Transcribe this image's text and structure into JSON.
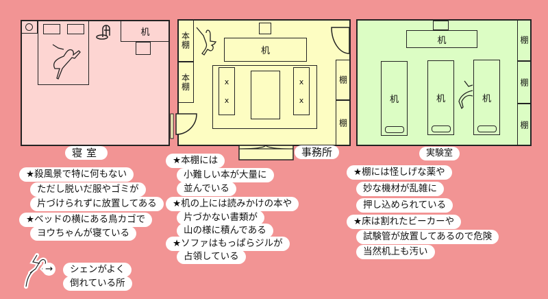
{
  "colors": {
    "background": "#f29494",
    "bedroom": "#fdd5d2",
    "office": "#fdfdc2",
    "lab": "#dcfdc4"
  },
  "bedroom": {
    "name": "寝室",
    "desk": "机",
    "notes": [
      "★殺風景で特に何もない",
      "ただし脱いだ服やゴミが",
      "片づけられずに放置してある",
      "★ベッドの横にある鳥カゴで",
      "ヨウちゃんが寝ている"
    ]
  },
  "office": {
    "name": "事務所",
    "desk": "机",
    "bookshelf": "本棚",
    "shelf": "棚",
    "cushion_mark": "x",
    "notes": [
      "★本棚には",
      "小難しい本が大量に",
      "並んでいる",
      "★机の上には読みかけの本や",
      "片づかない書類が",
      "山の様に積んである",
      "★ソファはもっぱらジルが",
      "占領している"
    ]
  },
  "lab": {
    "name": "実験室",
    "desk": "机",
    "shelf": "棚",
    "notes": [
      "★棚には怪しげな薬や",
      "妙な機材が乱雑に",
      "押し込められている",
      "★床は割れたビーカーや",
      "試験管が放置してあるので危険",
      "当然机上も汚い"
    ]
  },
  "legend": {
    "lines": [
      "シェンがよく",
      "倒れている所"
    ],
    "arrow": "→"
  }
}
